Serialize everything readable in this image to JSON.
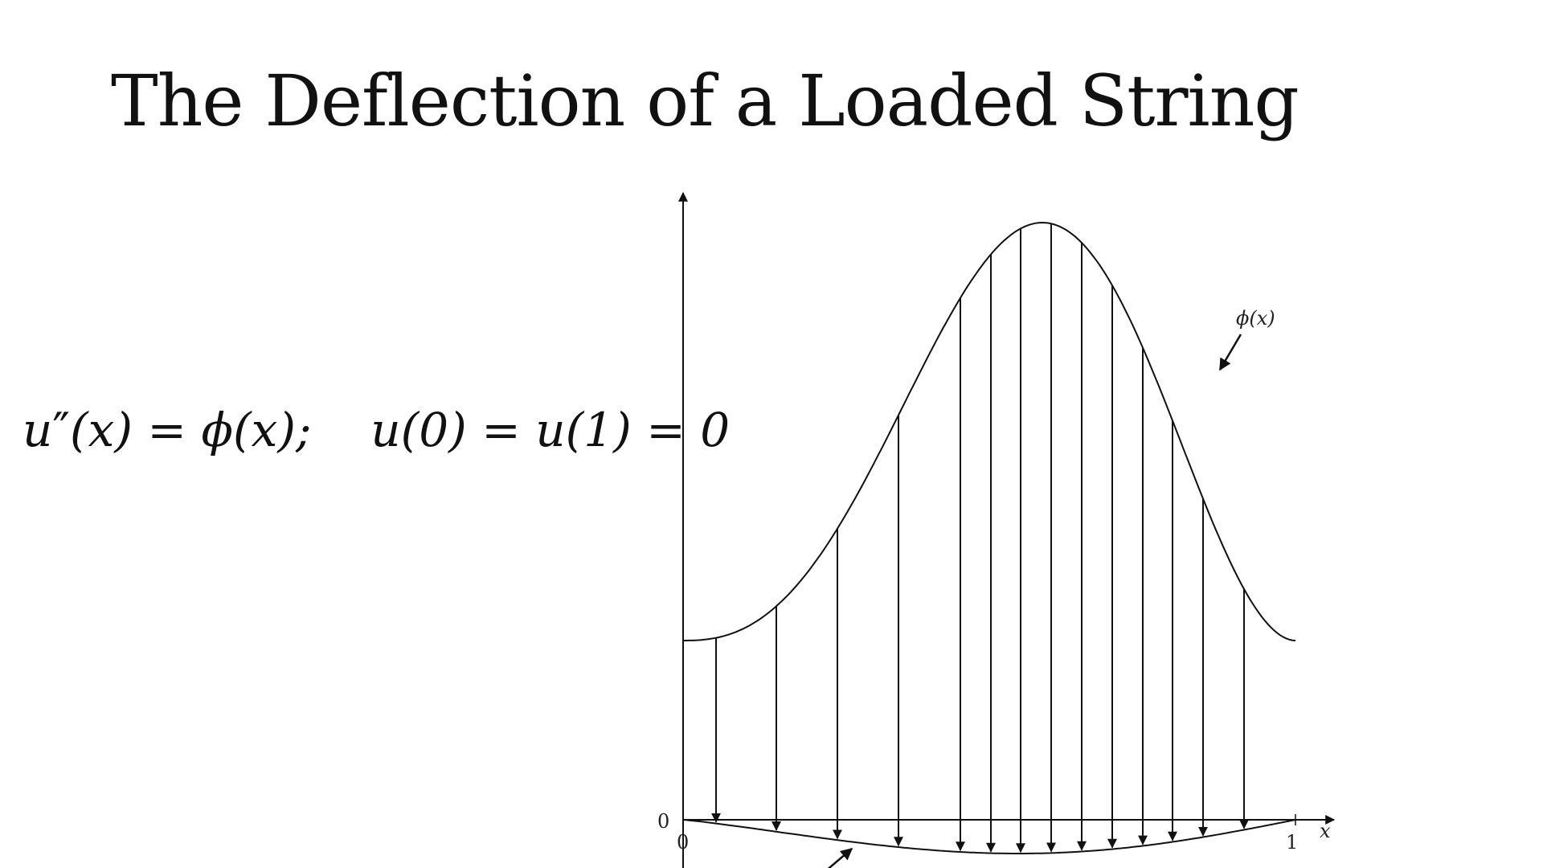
{
  "title": "The Deflection of a Loaded String",
  "equation": {
    "ode_lhs_var": "u",
    "ode_lhs_prime": "″",
    "ode_lhs_arg": "(x)",
    "equals": " = ",
    "ode_rhs": "ϕ(x);",
    "bc": "u(0) = u(1) = 0"
  },
  "diagram": {
    "load_label": "ϕ(x)",
    "x_axis_label": "x",
    "y_origin_label": "0",
    "x_origin_label": "0",
    "x_end_label": "1"
  }
}
